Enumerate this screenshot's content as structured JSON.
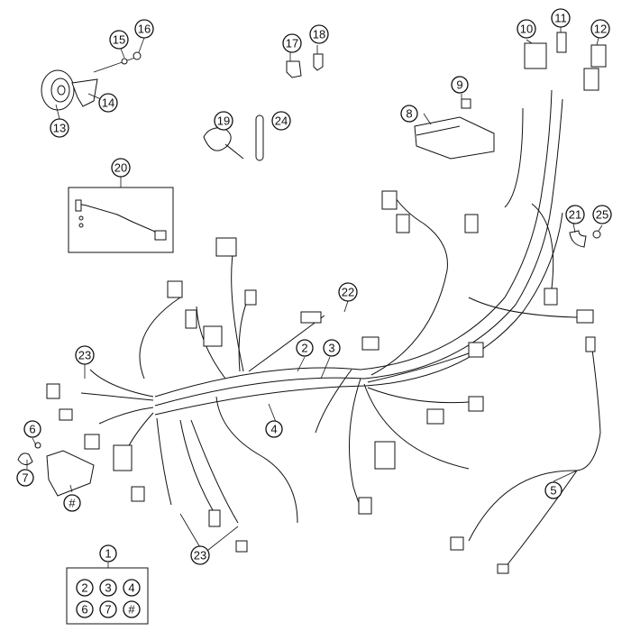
{
  "callouts": {
    "c1": "1",
    "c2": "2",
    "c3": "3",
    "c4": "4",
    "c5": "5",
    "c6": "6",
    "c7": "7",
    "c8": "8",
    "c9": "9",
    "c10": "10",
    "c11": "11",
    "c12": "12",
    "c13": "13",
    "c14": "14",
    "c15": "15",
    "c16": "16",
    "c17": "17",
    "c18": "18",
    "c19": "19",
    "c20": "20",
    "c21": "21",
    "c22": "22",
    "c23a": "23",
    "c23b": "23",
    "c24": "24",
    "c25": "25",
    "cHash": "#"
  },
  "kit_legend": {
    "row1": [
      "2",
      "3",
      "4"
    ],
    "row2": [
      "6",
      "7",
      "#"
    ]
  }
}
